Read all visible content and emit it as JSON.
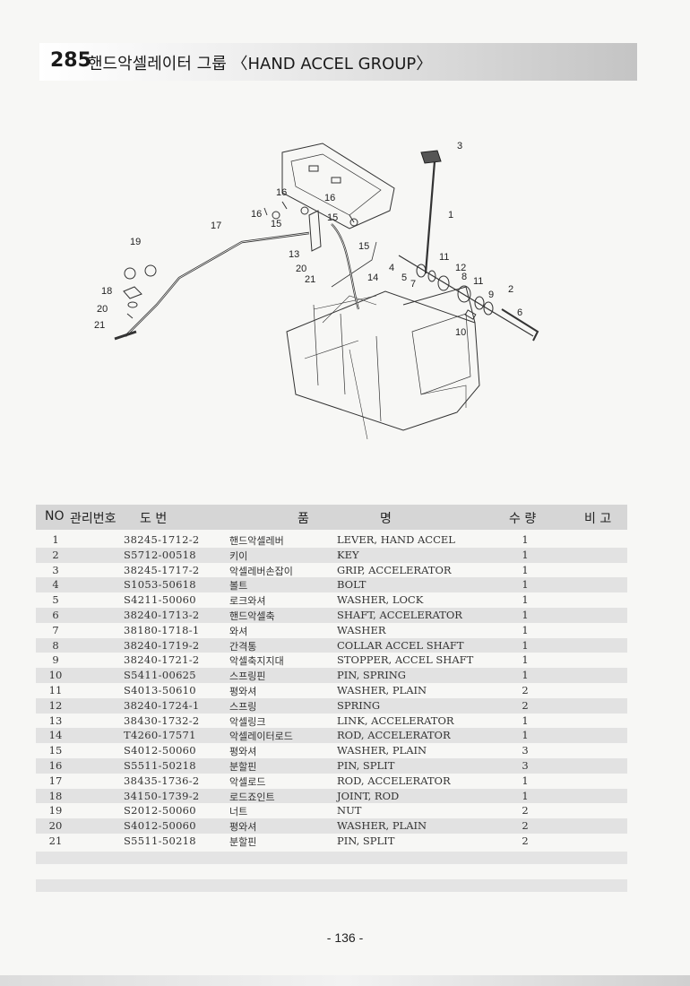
{
  "header": {
    "number": "285",
    "title": "핸드악셀레이터 그룹 〈HAND ACCEL GROUP〉"
  },
  "diagram": {
    "callouts": [
      "3",
      "1",
      "16",
      "16",
      "16",
      "15",
      "15",
      "15",
      "17",
      "19",
      "13",
      "20",
      "21",
      "4",
      "5",
      "7",
      "11",
      "12",
      "8",
      "11",
      "9",
      "2",
      "6",
      "14",
      "18",
      "20",
      "21",
      "10"
    ]
  },
  "table": {
    "headers": {
      "no": "NO",
      "mgmt": "관리번호",
      "drawing": "도     번",
      "name1": "품",
      "name2": "명",
      "qty": "수 량",
      "remark": "비 고"
    },
    "rows": [
      {
        "no": "1",
        "code": "38245-1712-2",
        "kor": "핸드악셀레버",
        "eng": "LEVER, HAND ACCEL",
        "qty": "1"
      },
      {
        "no": "2",
        "code": "S5712-00518",
        "kor": "키이",
        "eng": "KEY",
        "qty": "1"
      },
      {
        "no": "3",
        "code": "38245-1717-2",
        "kor": "악셀레버손잡이",
        "eng": "GRIP, ACCELERATOR",
        "qty": "1"
      },
      {
        "no": "4",
        "code": "S1053-50618",
        "kor": "볼트",
        "eng": "BOLT",
        "qty": "1"
      },
      {
        "no": "5",
        "code": "S4211-50060",
        "kor": "로크와셔",
        "eng": "WASHER, LOCK",
        "qty": "1"
      },
      {
        "no": "6",
        "code": "38240-1713-2",
        "kor": "핸드악셀축",
        "eng": "SHAFT, ACCELERATOR",
        "qty": "1"
      },
      {
        "no": "7",
        "code": "38180-1718-1",
        "kor": "와셔",
        "eng": "WASHER",
        "qty": "1"
      },
      {
        "no": "8",
        "code": "38240-1719-2",
        "kor": "간격통",
        "eng": "COLLAR ACCEL SHAFT",
        "qty": "1"
      },
      {
        "no": "9",
        "code": "38240-1721-2",
        "kor": "악셀축지지대",
        "eng": "STOPPER, ACCEL SHAFT",
        "qty": "1"
      },
      {
        "no": "10",
        "code": "S5411-00625",
        "kor": "스프링핀",
        "eng": "PIN, SPRING",
        "qty": "1"
      },
      {
        "no": "11",
        "code": "S4013-50610",
        "kor": "평와셔",
        "eng": "WASHER, PLAIN",
        "qty": "2"
      },
      {
        "no": "12",
        "code": "38240-1724-1",
        "kor": "스프링",
        "eng": "SPRING",
        "qty": "2"
      },
      {
        "no": "13",
        "code": "38430-1732-2",
        "kor": "악셀링크",
        "eng": "LINK, ACCELERATOR",
        "qty": "1"
      },
      {
        "no": "14",
        "code": "T4260-17571",
        "kor": "악셀레이터로드",
        "eng": "ROD, ACCELERATOR",
        "qty": "1"
      },
      {
        "no": "15",
        "code": "S4012-50060",
        "kor": "평와셔",
        "eng": "WASHER, PLAIN",
        "qty": "3"
      },
      {
        "no": "16",
        "code": "S5511-50218",
        "kor": "분할핀",
        "eng": "PIN, SPLIT",
        "qty": "3"
      },
      {
        "no": "17",
        "code": "38435-1736-2",
        "kor": "악셀로드",
        "eng": "ROD, ACCELERATOR",
        "qty": "1"
      },
      {
        "no": "18",
        "code": "34150-1739-2",
        "kor": "로드죠인트",
        "eng": "JOINT, ROD",
        "qty": "1"
      },
      {
        "no": "19",
        "code": "S2012-50060",
        "kor": "너트",
        "eng": "NUT",
        "qty": "2"
      },
      {
        "no": "20",
        "code": "S4012-50060",
        "kor": "평와셔",
        "eng": "WASHER, PLAIN",
        "qty": "2"
      },
      {
        "no": "21",
        "code": "S5511-50218",
        "kor": "분할핀",
        "eng": "PIN, SPLIT",
        "qty": "2"
      }
    ]
  },
  "footer": {
    "page": "- 136 -"
  }
}
